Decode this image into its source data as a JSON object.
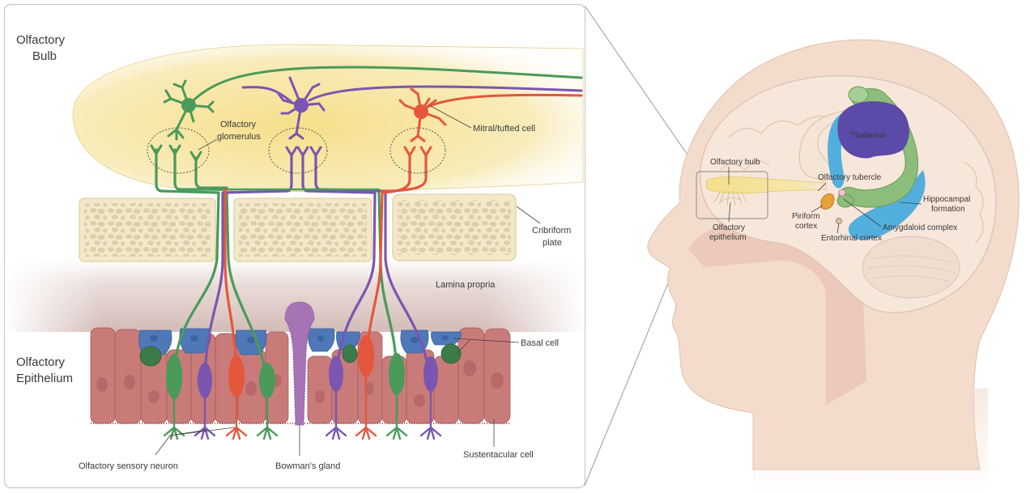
{
  "figure": {
    "title": "Olfactory system: bulb, epithelium and central projections",
    "colors": {
      "bulb_fill": "#f7e6a6",
      "bone_fill": "#f3e8c8",
      "bone_pore": "#d9cba4",
      "neuron_green": "#4a9a5a",
      "neuron_purple": "#7a56b0",
      "neuron_red": "#e4573d",
      "sustentacular": "#c97b7a",
      "basal_blue": "#4f78b8",
      "basal_green": "#3d7a4a",
      "bowman_gland": "#a673b4",
      "skin": "#f3dccb",
      "thalamus": "#5b4aa8",
      "hippocampal_blue": "#52aedc",
      "fornix_green": "#8cbd7a",
      "piriform": "#e8a23a"
    }
  },
  "left_panel": {
    "region_labels": {
      "olfactory_bulb": [
        "Olfactory",
        "Bulb"
      ],
      "olfactory_epithelium": [
        "Olfactory",
        "Epithelium"
      ]
    },
    "labels": {
      "olfactory_glomerulus": [
        "Olfactory",
        "glomerulus"
      ],
      "mitral_tufted_cell": "Mitral/tufted cell",
      "cribriform_plate": [
        "Cribriform",
        "plate"
      ],
      "lamina_propria": "Lamina propria",
      "basal_cell": "Basal cell",
      "olfactory_sensory_neuron": "Olfactory sensory neuron",
      "bowmans_gland": "Bowman's gland",
      "sustentacular_cell": "Sustentacular cell"
    }
  },
  "right_panel": {
    "labels": {
      "thalamus": "Thalamus",
      "olfactory_bulb": "Olfactory bulb",
      "olfactory_tubercle": "Olfactory tubercle",
      "hippocampal_formation": [
        "Hippocampal",
        "formation"
      ],
      "piriform_cortex": [
        "Piriform",
        "cortex"
      ],
      "amygdaloid_complex": "Amygdaloid complex",
      "entorhinal_cortex": "Entorhinal cortex",
      "olfactory_epithelium": [
        "Olfactory",
        "epithelium"
      ]
    }
  }
}
